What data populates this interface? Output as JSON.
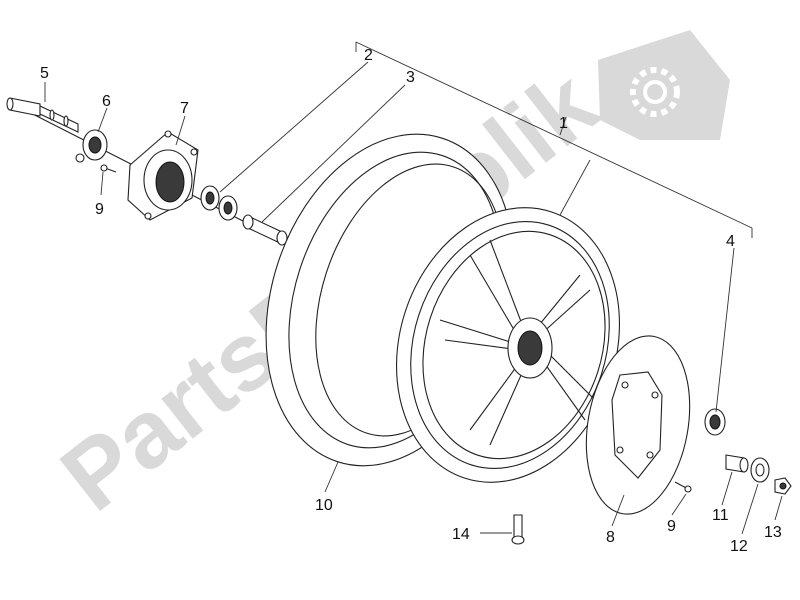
{
  "watermark": {
    "text": "PartsRepublik",
    "color": "#d9d9d9",
    "icon": "gear-flag-icon"
  },
  "callouts": {
    "c1": "1",
    "c2": "2",
    "c3": "3",
    "c4": "4",
    "c5": "5",
    "c6": "6",
    "c7": "7",
    "c8": "8",
    "c9a": "9",
    "c9b": "9",
    "c10": "10",
    "c11": "11",
    "c12": "12",
    "c13": "13",
    "c14": "14"
  }
}
